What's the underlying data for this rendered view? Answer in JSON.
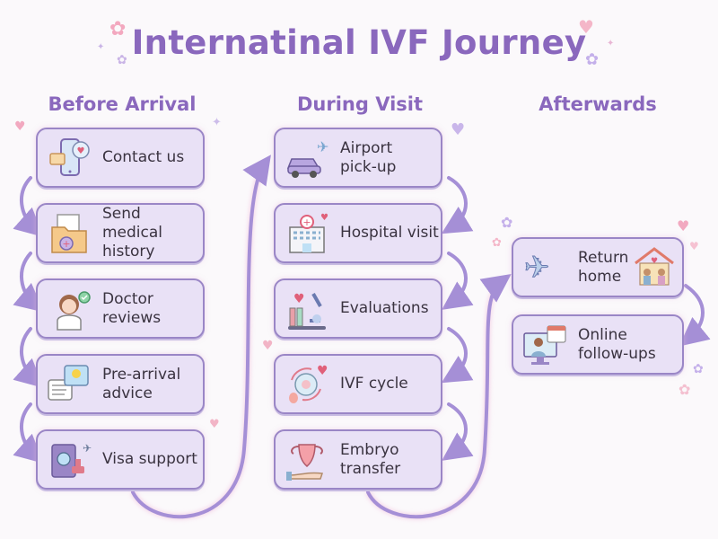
{
  "title": "Internatinal IVF Journey",
  "colors": {
    "accent": "#8a68bd",
    "card_bg": "#e9e1f6",
    "card_border": "#9a86c6",
    "arrow": "#a58fd6",
    "text": "#3a3340"
  },
  "columns": [
    {
      "heading": "Before Arrival",
      "steps": [
        {
          "label": "Contact us",
          "icon": "phone-chat-icon"
        },
        {
          "label": "Send medical\nhistory",
          "icon": "medical-folder-icon"
        },
        {
          "label": "Doctor\nreviews",
          "icon": "doctor-check-icon"
        },
        {
          "label": "Pre-arrival\nadvice",
          "icon": "advice-bulb-icon"
        },
        {
          "label": "Visa support",
          "icon": "passport-stamp-icon"
        }
      ]
    },
    {
      "heading": "During Visit",
      "steps": [
        {
          "label": "Airport\npick-up",
          "icon": "car-plane-icon"
        },
        {
          "label": "Hospital visit",
          "icon": "hospital-icon"
        },
        {
          "label": "Evaluations",
          "icon": "microscope-icon"
        },
        {
          "label": "IVF cycle",
          "icon": "ivf-cycle-icon"
        },
        {
          "label": "Embryo\ntransfer",
          "icon": "uterus-hand-icon"
        }
      ]
    },
    {
      "heading": "Afterwards",
      "steps": [
        {
          "label": "Return\nhome",
          "icon": "plane-home-icon"
        },
        {
          "label": "Online\nfollow-ups",
          "icon": "video-calendar-icon"
        }
      ]
    }
  ]
}
